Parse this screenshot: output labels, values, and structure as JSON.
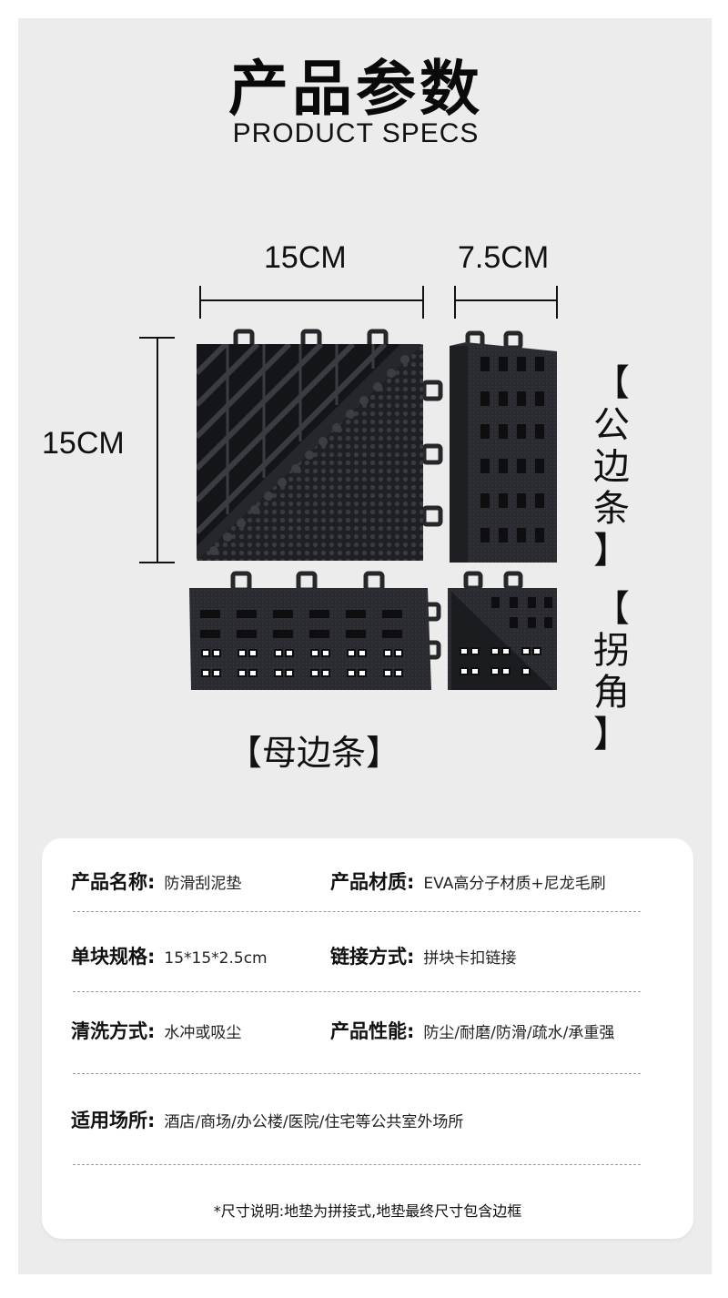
{
  "header": {
    "title_cn": "产品参数",
    "title_en": "PRODUCT SPECS"
  },
  "diagram": {
    "width_main": "15CM",
    "width_side": "7.5CM",
    "height_main": "15CM",
    "label_male_edge": [
      "【",
      "公",
      "边",
      "条",
      "】"
    ],
    "label_corner": [
      "【",
      "拐",
      "角",
      "】"
    ],
    "label_female_edge": "【母边条】"
  },
  "specs": {
    "name_key": "产品名称:",
    "name_val": "防滑刮泥垫",
    "material_key": "产品材质:",
    "material_val": "EVA高分子材质+尼龙毛刷",
    "size_key": "单块规格:",
    "size_val": "15*15*2.5cm",
    "link_key": "链接方式:",
    "link_val": "拼块卡扣链接",
    "clean_key": "清洗方式:",
    "clean_val": "水冲或吸尘",
    "perf_key": "产品性能:",
    "perf_val": "防尘/耐磨/防滑/疏水/承重强",
    "use_key": "适用场所:",
    "use_val": "酒店/商场/办公楼/医院/住宅等公共室外场所",
    "note": "*尺寸说明:地垫为拼接式,地垫最终尺寸包含边框"
  },
  "colors": {
    "tile": "#26272b",
    "tile_dark": "#141518",
    "background": "#ececec",
    "card": "#ffffff"
  }
}
